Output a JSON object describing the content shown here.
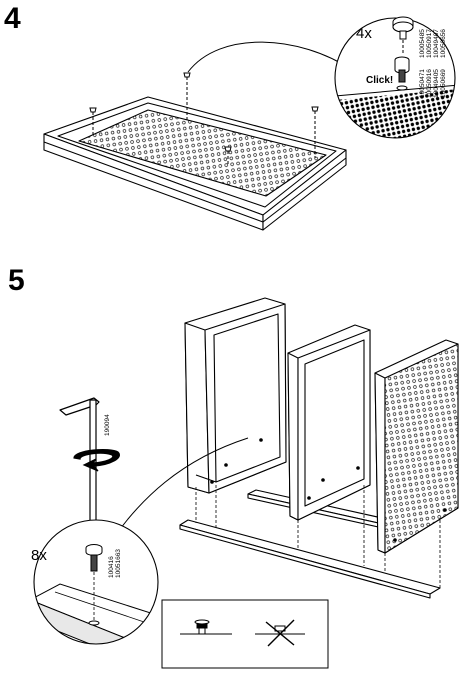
{
  "step4": {
    "number": "4",
    "quantity": "4x",
    "click_label": "Click!",
    "part_numbers": [
      "10005485",
      "10050917",
      "10049407",
      "10050656",
      "10050471",
      "10050916",
      "10049405",
      "10050669"
    ]
  },
  "step5": {
    "number": "5",
    "quantity": "8x",
    "tool_id": "190094",
    "part_numbers": [
      "100416",
      "10051663"
    ]
  },
  "colors": {
    "line": "#000000",
    "background": "#ffffff",
    "shade": "#e8e8e8"
  },
  "icons": [
    "panel-pin-icon",
    "allen-key-icon",
    "rotate-arrow-icon",
    "dowel-icon",
    "correct-position-icon",
    "incorrect-position-icon"
  ]
}
